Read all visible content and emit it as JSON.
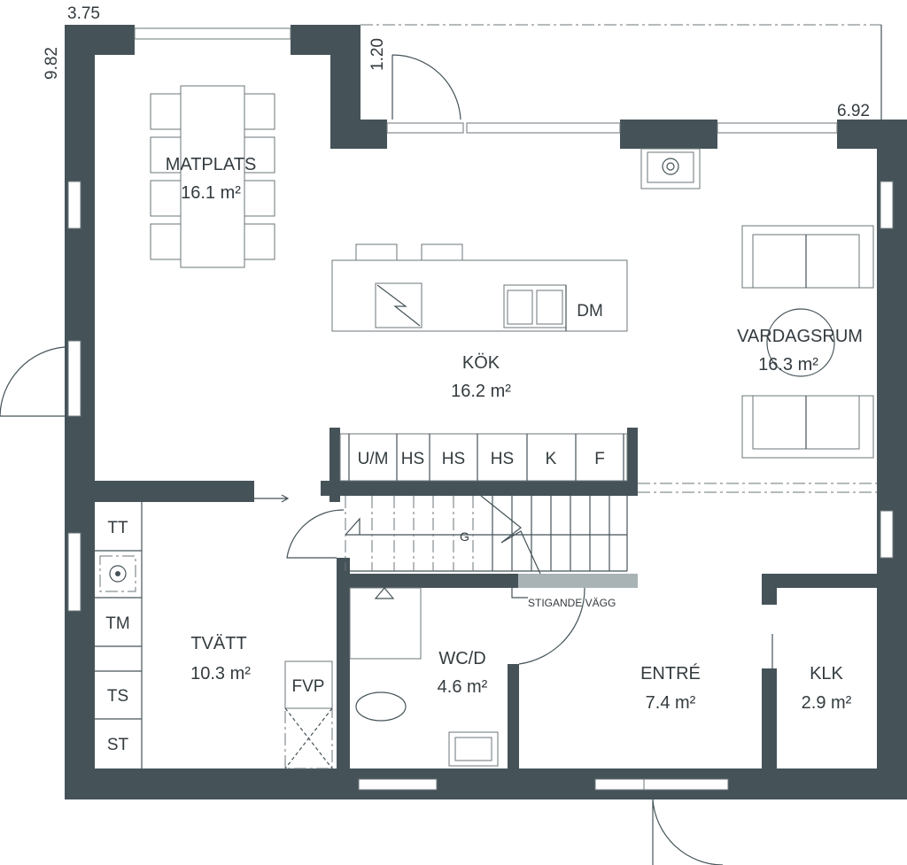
{
  "dimensions": {
    "top_left": "3.75",
    "left": "9.82",
    "porch": "1.20",
    "right": "6.92"
  },
  "rooms": [
    {
      "name": "MATPLATS",
      "area": "16.1 m²"
    },
    {
      "name": "KÖK",
      "area": "16.2 m²"
    },
    {
      "name": "VARDAGSRUM",
      "area": "16.3 m²"
    },
    {
      "name": "TVÄTT",
      "area": "10.3 m²"
    },
    {
      "name": "WC/D",
      "area": "4.6 m²"
    },
    {
      "name": "ENTRÉ",
      "area": "7.4 m²"
    },
    {
      "name": "KLK",
      "area": "2.9 m²"
    }
  ],
  "cabinets": [
    "U/M",
    "HS",
    "HS",
    "HS",
    "K",
    "F"
  ],
  "kitchen_island": {
    "dishwasher": "DM"
  },
  "laundry": [
    "TT",
    "TM",
    "TS",
    "ST"
  ],
  "fvp": "FVP",
  "stairs": {
    "label": "G",
    "wall_note": "STIGANDE VÄGG"
  },
  "colors": {
    "wall": "#455359",
    "rising_wall": "#a9b3b6"
  }
}
